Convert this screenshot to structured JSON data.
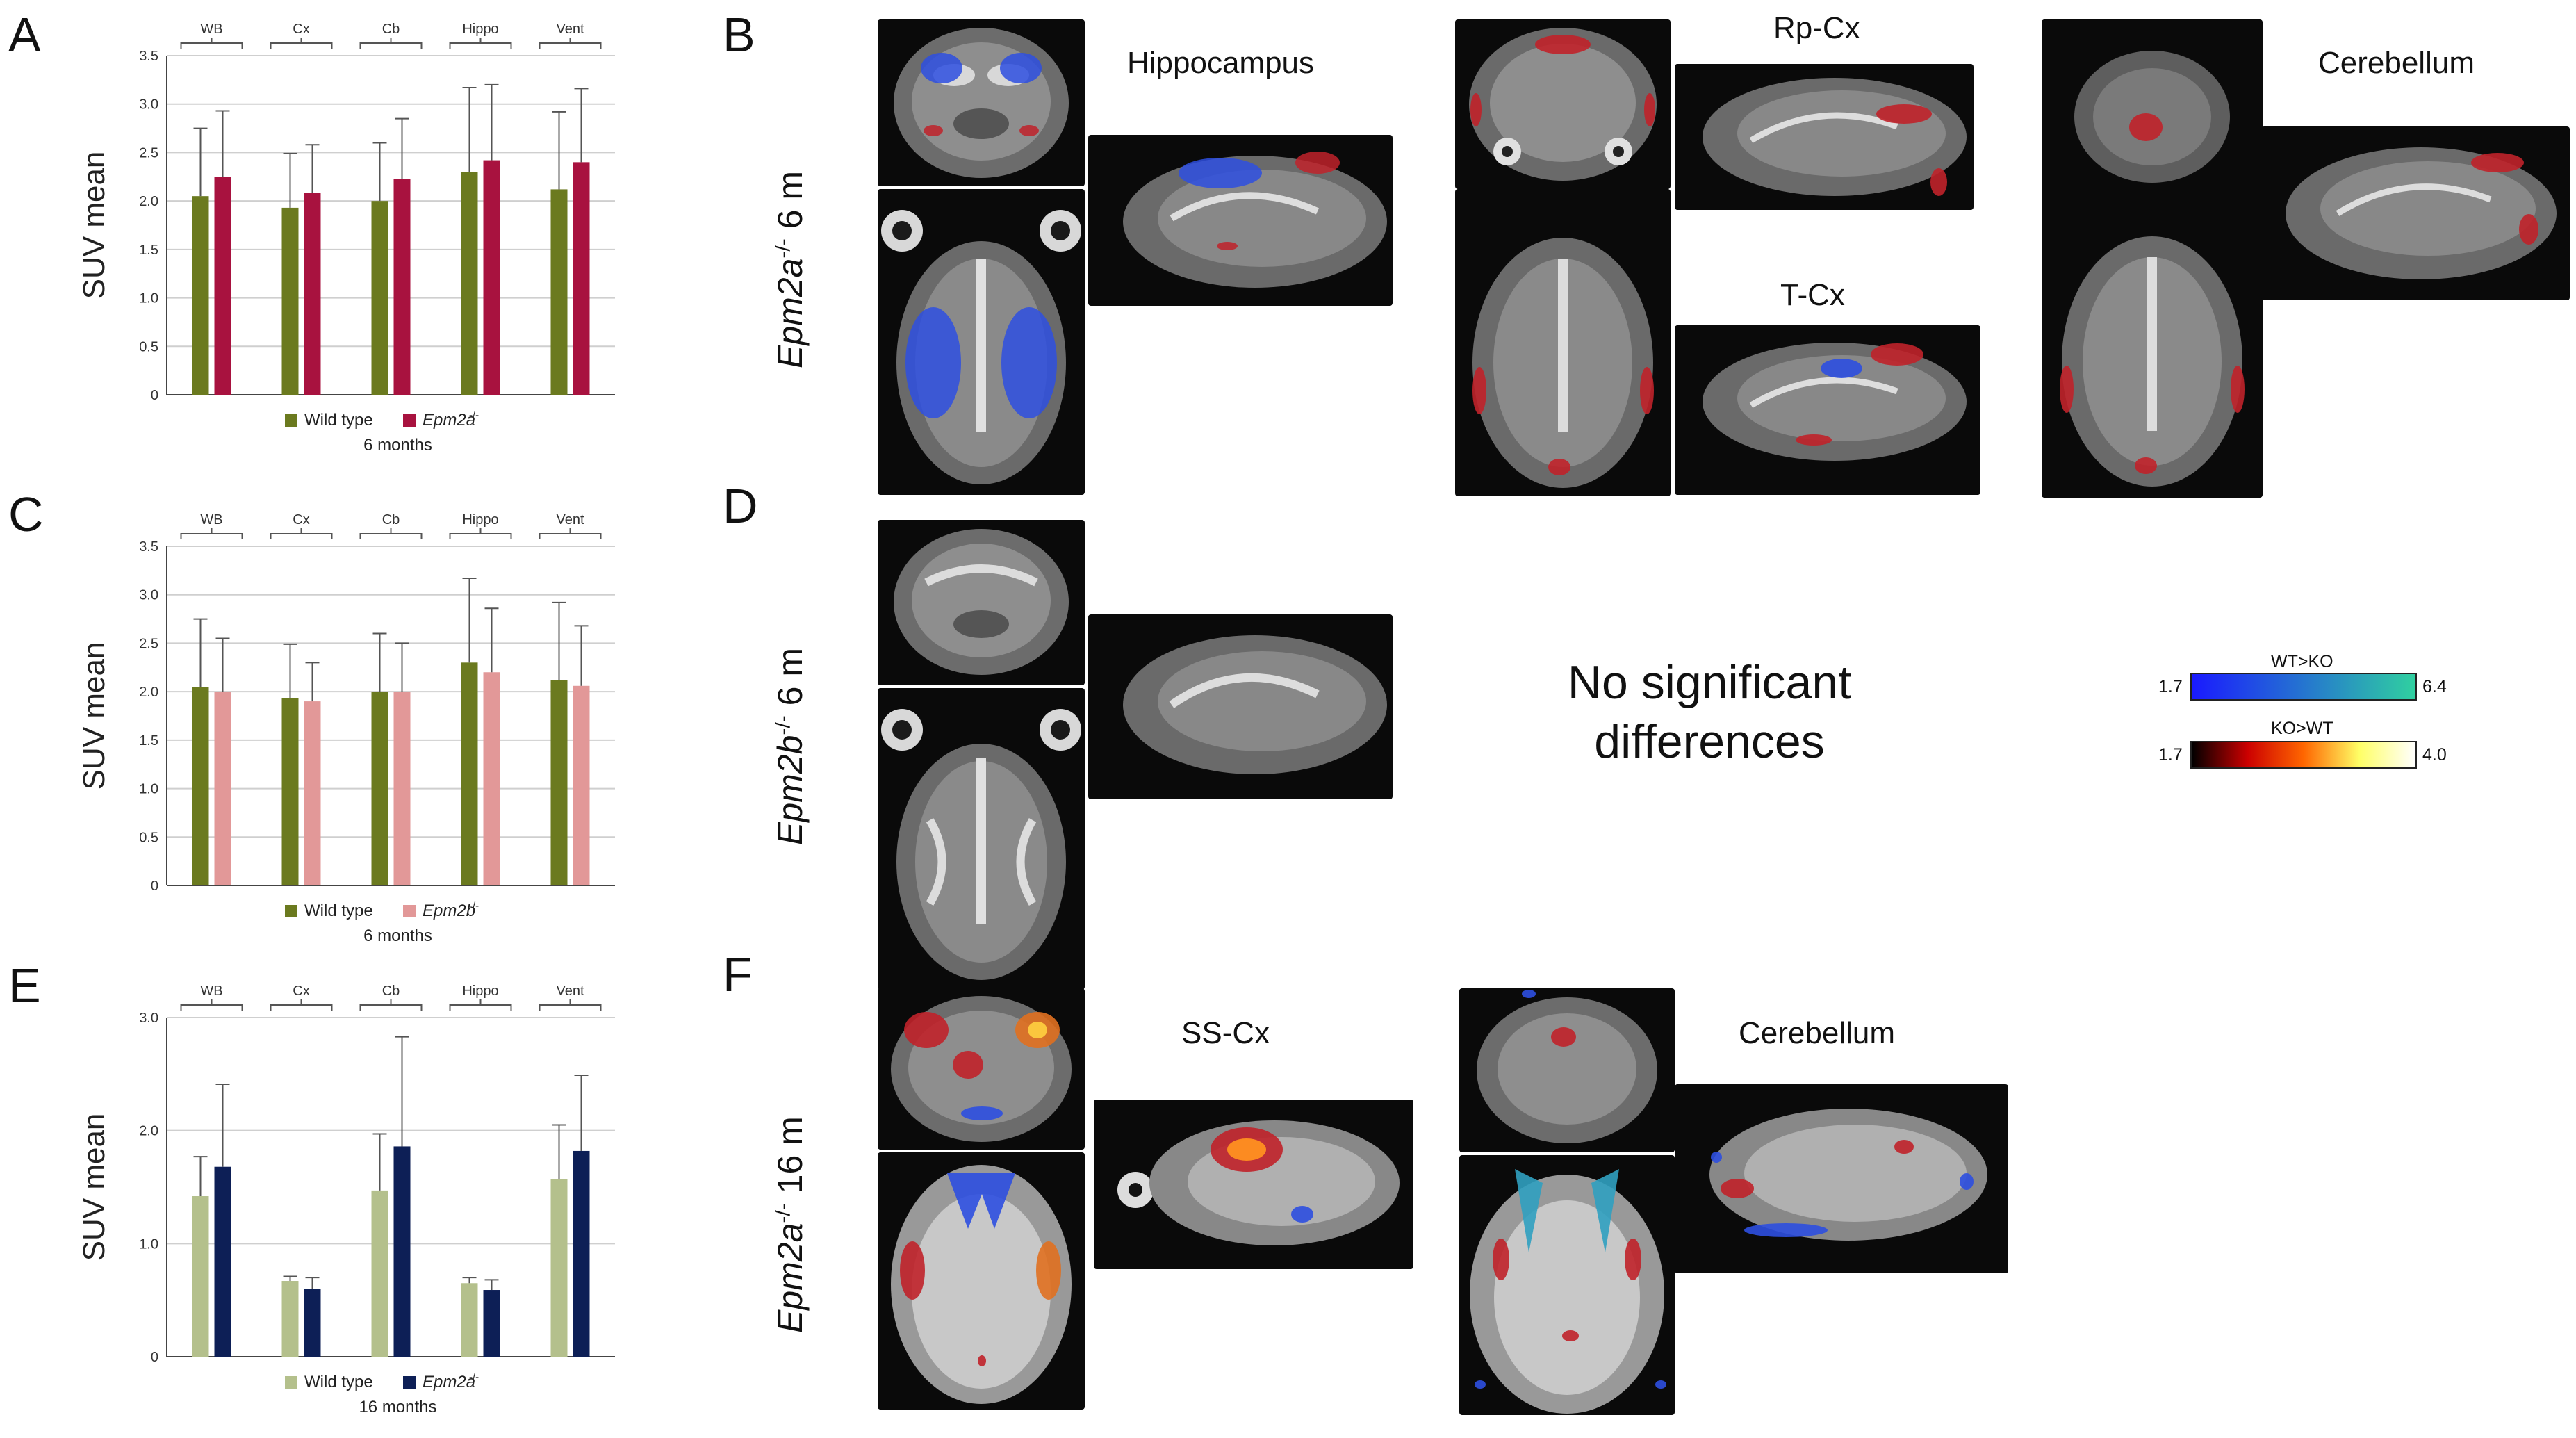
{
  "panels": {
    "A": "A",
    "B": "B",
    "C": "C",
    "D": "D",
    "E": "E",
    "F": "F"
  },
  "genotype_labels": {
    "B": {
      "gene": "Epm2a",
      "sup": "-/-",
      "age": " 6 m"
    },
    "D": {
      "gene": "Epm2b",
      "sup": "-/-",
      "age": " 6 m"
    },
    "F": {
      "gene": "Epm2a",
      "sup": "-/-",
      "age": " 16 m"
    }
  },
  "region_labels": {
    "b_hippo": "Hippocampus",
    "b_rpcx": "Rp-Cx",
    "b_tcx": "T-Cx",
    "b_cereb": "Cerebellum",
    "f_sscx": "SS-Cx",
    "f_cereb": "Cerebellum"
  },
  "no_diff": {
    "line1": "No significant",
    "line2": "differences"
  },
  "colorbars": {
    "wt_ko": {
      "label": "WT>KO",
      "min": "1.7",
      "max": "6.4",
      "colors": [
        "#1a1aff",
        "#30d0a0"
      ]
    },
    "ko_wt": {
      "label": "KO>WT",
      "min": "1.7",
      "max": "4.0",
      "colors": [
        "#000000",
        "#cc0000",
        "#ff6600",
        "#ffff66",
        "#ffffff"
      ]
    }
  },
  "chart_data": [
    {
      "type": "bar",
      "id": "A",
      "categories": [
        "WB",
        "Cx",
        "Cb",
        "Hippo",
        "Vent"
      ],
      "ylabel": "SUV mean",
      "ylim": [
        0,
        3.5
      ],
      "yticks": [
        "0",
        "0.5",
        "1.0",
        "1.5",
        "2.0",
        "2.5",
        "3.0",
        "3.5"
      ],
      "legend_placement": "bottom",
      "legend_names": [
        "Wild type",
        "Epm2a"
      ],
      "legend_sup": "-/-",
      "caption": "6 months",
      "series": [
        {
          "name": "Wild type",
          "color": "#6b7a1f",
          "values": [
            2.05,
            1.93,
            2.0,
            2.3,
            2.12
          ],
          "errors": [
            0.7,
            0.56,
            0.6,
            0.87,
            0.8
          ]
        },
        {
          "name": "Epm2a-/-",
          "color": "#a8123f",
          "values": [
            2.25,
            2.08,
            2.23,
            2.42,
            2.4
          ],
          "errors": [
            0.68,
            0.5,
            0.62,
            0.78,
            0.76
          ]
        }
      ]
    },
    {
      "type": "bar",
      "id": "C",
      "categories": [
        "WB",
        "Cx",
        "Cb",
        "Hippo",
        "Vent"
      ],
      "ylabel": "SUV mean",
      "ylim": [
        0,
        3.5
      ],
      "yticks": [
        "0",
        "0.5",
        "1.0",
        "1.5",
        "2.0",
        "2.5",
        "3.0",
        "3.5"
      ],
      "legend_placement": "bottom",
      "legend_names": [
        "Wild type",
        "Epm2b"
      ],
      "legend_sup": "-/-",
      "caption": "6 months",
      "series": [
        {
          "name": "Wild type",
          "color": "#6b7a1f",
          "values": [
            2.05,
            1.93,
            2.0,
            2.3,
            2.12
          ],
          "errors": [
            0.7,
            0.56,
            0.6,
            0.87,
            0.8
          ]
        },
        {
          "name": "Epm2b-/-",
          "color": "#e29898",
          "values": [
            2.0,
            1.9,
            2.0,
            2.2,
            2.06
          ],
          "errors": [
            0.55,
            0.4,
            0.5,
            0.66,
            0.62
          ]
        }
      ]
    },
    {
      "type": "bar",
      "id": "E",
      "categories": [
        "WB",
        "Cx",
        "Cb",
        "Hippo",
        "Vent"
      ],
      "ylabel": "SUV mean",
      "ylim": [
        0,
        3.0
      ],
      "yticks": [
        "0",
        "1.0",
        "2.0",
        "3.0"
      ],
      "legend_placement": "bottom",
      "legend_names": [
        "Wild type",
        "Epm2a"
      ],
      "legend_sup": "-/-",
      "caption": "16 months",
      "series": [
        {
          "name": "Wild type",
          "color": "#b4c08c",
          "values": [
            1.42,
            0.67,
            1.47,
            0.65,
            1.57
          ],
          "errors": [
            0.35,
            0.04,
            0.5,
            0.05,
            0.48
          ]
        },
        {
          "name": "Epm2a-/-",
          "color": "#0d1f56",
          "values": [
            1.68,
            0.6,
            1.86,
            0.59,
            1.82
          ],
          "errors": [
            0.73,
            0.1,
            0.97,
            0.09,
            0.67
          ]
        }
      ]
    }
  ]
}
